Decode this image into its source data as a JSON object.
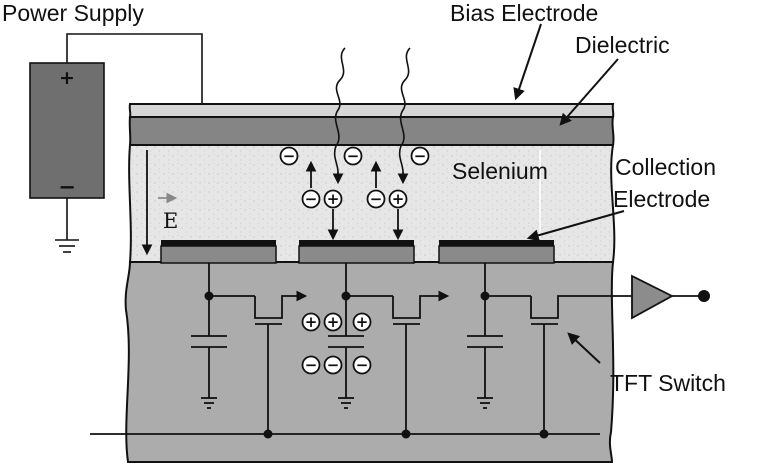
{
  "labels": {
    "power_supply": "Power Supply",
    "bias_electrode": "Bias Electrode",
    "dielectric": "Dielectric",
    "selenium": "Selenium",
    "collection_line1": "Collection",
    "collection_line2": "Electrode",
    "tft_switch": "TFT Switch",
    "e_field": "E",
    "battery_plus": "+",
    "battery_minus": "−"
  },
  "charges": {
    "positive": "+",
    "negative": "−"
  },
  "colors": {
    "battery": "#6f6f6f",
    "bias_electrode": "#d6d6d6",
    "dielectric": "#858585",
    "selenium": "#e4e4e4",
    "collection_electrode": "#8a8a8a",
    "substrate": "#acacac",
    "amplifier": "#8c8c8c",
    "ink": "#111111"
  }
}
